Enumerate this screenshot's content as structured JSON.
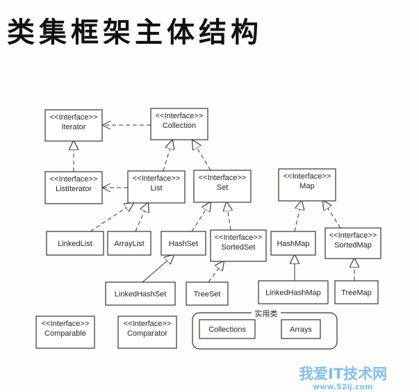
{
  "title": "类集框架主体结构",
  "stereotype": "<<Interface>>",
  "nodes": {
    "iterator": {
      "name": "Iterator",
      "interface": true
    },
    "collection": {
      "name": "Collection",
      "interface": true
    },
    "listiterator": {
      "name": "ListIterator",
      "interface": true
    },
    "list": {
      "name": "List",
      "interface": true
    },
    "set": {
      "name": "Set",
      "interface": true
    },
    "map": {
      "name": "Map",
      "interface": true
    },
    "linkedlist": {
      "name": "LinkedList",
      "interface": false
    },
    "arraylist": {
      "name": "ArrayList",
      "interface": false
    },
    "hashset": {
      "name": "HashSet",
      "interface": false
    },
    "sortedset": {
      "name": "SortedSet",
      "interface": true
    },
    "hashmap": {
      "name": "HashMap",
      "interface": false
    },
    "sortedmap": {
      "name": "SortedMap",
      "interface": true
    },
    "linkedhashset": {
      "name": "LinkedHashSet",
      "interface": false
    },
    "treeset": {
      "name": "TreeSet",
      "interface": false
    },
    "linkedhashmap": {
      "name": "LinkedHashMap",
      "interface": false
    },
    "treemap": {
      "name": "TreeMap",
      "interface": false
    },
    "comparable": {
      "name": "Comparable",
      "interface": true
    },
    "comparator": {
      "name": "Comparator",
      "interface": true
    },
    "collections": {
      "name": "Collections",
      "interface": false
    },
    "arrays": {
      "name": "Arrays",
      "interface": false
    }
  },
  "utility_group_label": "实用类",
  "watermark": {
    "text": "我爱IT技术网",
    "url": "www.52ij.com"
  }
}
